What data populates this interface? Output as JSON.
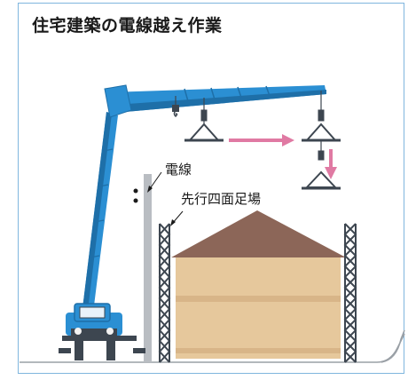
{
  "title": "住宅建築の電線越え作業",
  "labels": {
    "power_line": "電線",
    "advance_scaffold": "先行四面足場"
  },
  "colors": {
    "crane_blue": "#2b8fd3",
    "crane_dark": "#1e6fa8",
    "house_wall": "#e6c89c",
    "house_roof": "#8c6658",
    "scaffold": "#3d4650",
    "pole": "#b9bdc2",
    "arrow_pink": "#e07aa3",
    "frame_border": "#7fb6de"
  },
  "icons": [
    "mobile-crane",
    "suspended-load",
    "utility-pole",
    "house",
    "scaffold-tower"
  ]
}
